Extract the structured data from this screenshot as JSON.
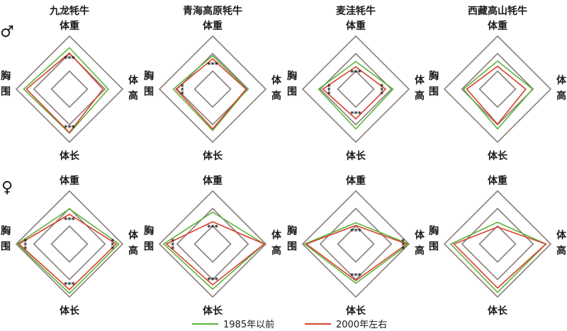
{
  "chart_data": {
    "type": "radar",
    "axes": [
      {
        "key": "weight",
        "label": "体重",
        "vertical": false
      },
      {
        "key": "height",
        "label": "体高",
        "vertical": true
      },
      {
        "key": "length",
        "label": "体长",
        "vertical": false
      },
      {
        "key": "chest",
        "label": "胸围",
        "vertical": true
      }
    ],
    "rings": [
      0.34,
      0.67,
      1.0
    ],
    "ring_color": "#8a7f7c",
    "sex_labels": {
      "male": "♂",
      "female": "♀"
    },
    "series": [
      {
        "key": "before1985",
        "name": "1985年以前",
        "color": "#5db33c"
      },
      {
        "key": "around2000",
        "name": "2000年左右",
        "color": "#d6402e"
      }
    ],
    "panels": [
      {
        "row": "male",
        "title": "九龙牦牛",
        "before1985": {
          "weight": 0.78,
          "height": 0.73,
          "length": 0.83,
          "chest": 0.86
        },
        "around2000": {
          "weight": 0.68,
          "height": 0.63,
          "length": 0.82,
          "chest": 0.81
        },
        "sig": {
          "weight": "***",
          "length": "***"
        }
      },
      {
        "row": "male",
        "title": "青海高原牦牛",
        "before1985": {
          "weight": 0.63,
          "height": 0.65,
          "length": 0.78,
          "chest": 0.74
        },
        "around2000": {
          "weight": 0.57,
          "height": 0.63,
          "length": 0.75,
          "chest": 0.69
        },
        "sig": {
          "weight": "***",
          "chest": "***"
        }
      },
      {
        "row": "male",
        "title": "麦洼牦牛",
        "before1985": {
          "weight": 0.52,
          "height": 0.7,
          "length": 0.75,
          "chest": 0.7
        },
        "around2000": {
          "weight": 0.42,
          "height": 0.56,
          "length": 0.56,
          "chest": 0.62
        },
        "sig": {
          "weight": "***",
          "height": "***",
          "length": "***",
          "chest": "***"
        }
      },
      {
        "row": "male",
        "title": "西藏高山牦牛",
        "before1985": {
          "weight": 0.53,
          "height": 0.66,
          "length": 0.75,
          "chest": 0.64
        },
        "around2000": {
          "weight": 0.43,
          "height": 0.53,
          "length": 0.66,
          "chest": 0.58
        },
        "sig": {}
      },
      {
        "row": "female",
        "title": "",
        "before1985": {
          "weight": 0.66,
          "height": 0.93,
          "length": 0.93,
          "chest": 0.98
        },
        "around2000": {
          "weight": 0.56,
          "height": 0.88,
          "length": 0.86,
          "chest": 0.95
        },
        "sig": {
          "weight": "***",
          "height": "***",
          "length": "***",
          "chest": "***"
        }
      },
      {
        "row": "female",
        "title": "",
        "before1985": {
          "weight": 0.6,
          "height": 0.97,
          "length": 0.85,
          "chest": 0.92
        },
        "around2000": {
          "weight": 0.42,
          "height": 0.97,
          "length": 0.77,
          "chest": 0.87
        },
        "sig": {
          "weight": "***",
          "length": "***",
          "chest": "***"
        }
      },
      {
        "row": "female",
        "title": "",
        "before1985": {
          "weight": 0.4,
          "height": 1.0,
          "length": 0.74,
          "chest": 0.96
        },
        "around2000": {
          "weight": 0.35,
          "height": 0.96,
          "length": 0.69,
          "chest": 0.93
        },
        "sig": {
          "weight": "***",
          "height": "***",
          "length": "***"
        }
      },
      {
        "row": "female",
        "title": "",
        "before1985": {
          "weight": 0.41,
          "height": 0.91,
          "length": 0.91,
          "chest": 0.88
        },
        "around2000": {
          "weight": 0.32,
          "height": 0.91,
          "length": 0.83,
          "chest": 0.82
        },
        "sig": {}
      }
    ]
  }
}
